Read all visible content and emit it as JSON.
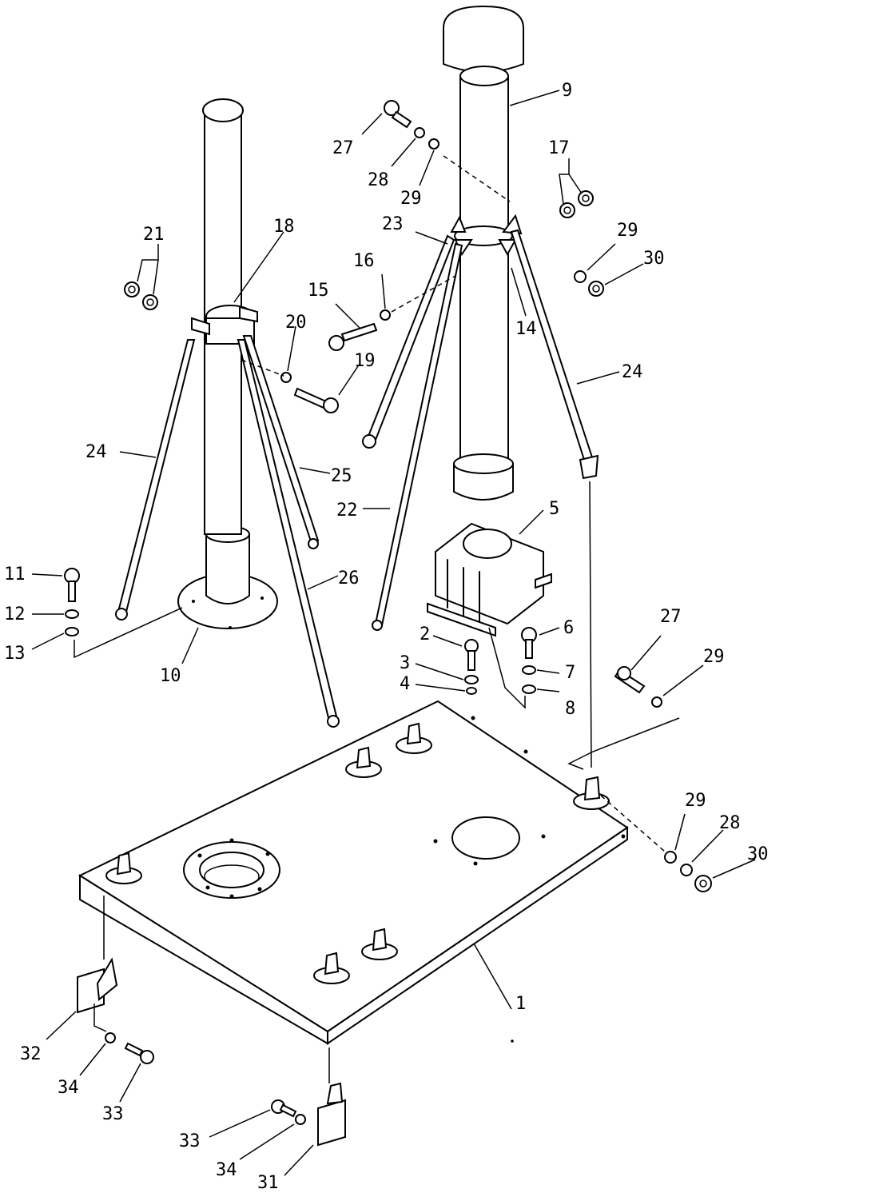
{
  "labels": {
    "p1": "1",
    "p2": "2",
    "p3": "3",
    "p4": "4",
    "p5": "5",
    "p6": "6",
    "p7": "7",
    "p8": "8",
    "p9": "9",
    "p10": "10",
    "p11": "11",
    "p12": "12",
    "p13": "13",
    "p14": "14",
    "p15": "15",
    "p16": "16",
    "p17": "17",
    "p18": "18",
    "p19": "19",
    "p20": "20",
    "p21": "21",
    "p22": "22",
    "p23": "23",
    "p24a": "24",
    "p24b": "24",
    "p25": "25",
    "p26": "26",
    "p27a": "27",
    "p27b": "27",
    "p28a": "28",
    "p28b": "28",
    "p29a": "29",
    "p29b": "29",
    "p29c": "29",
    "p29d": "29",
    "p30a": "30",
    "p30b": "30",
    "p31": "31",
    "p32": "32",
    "p33a": "33",
    "p33b": "33",
    "p34a": "34",
    "p34b": "34"
  }
}
